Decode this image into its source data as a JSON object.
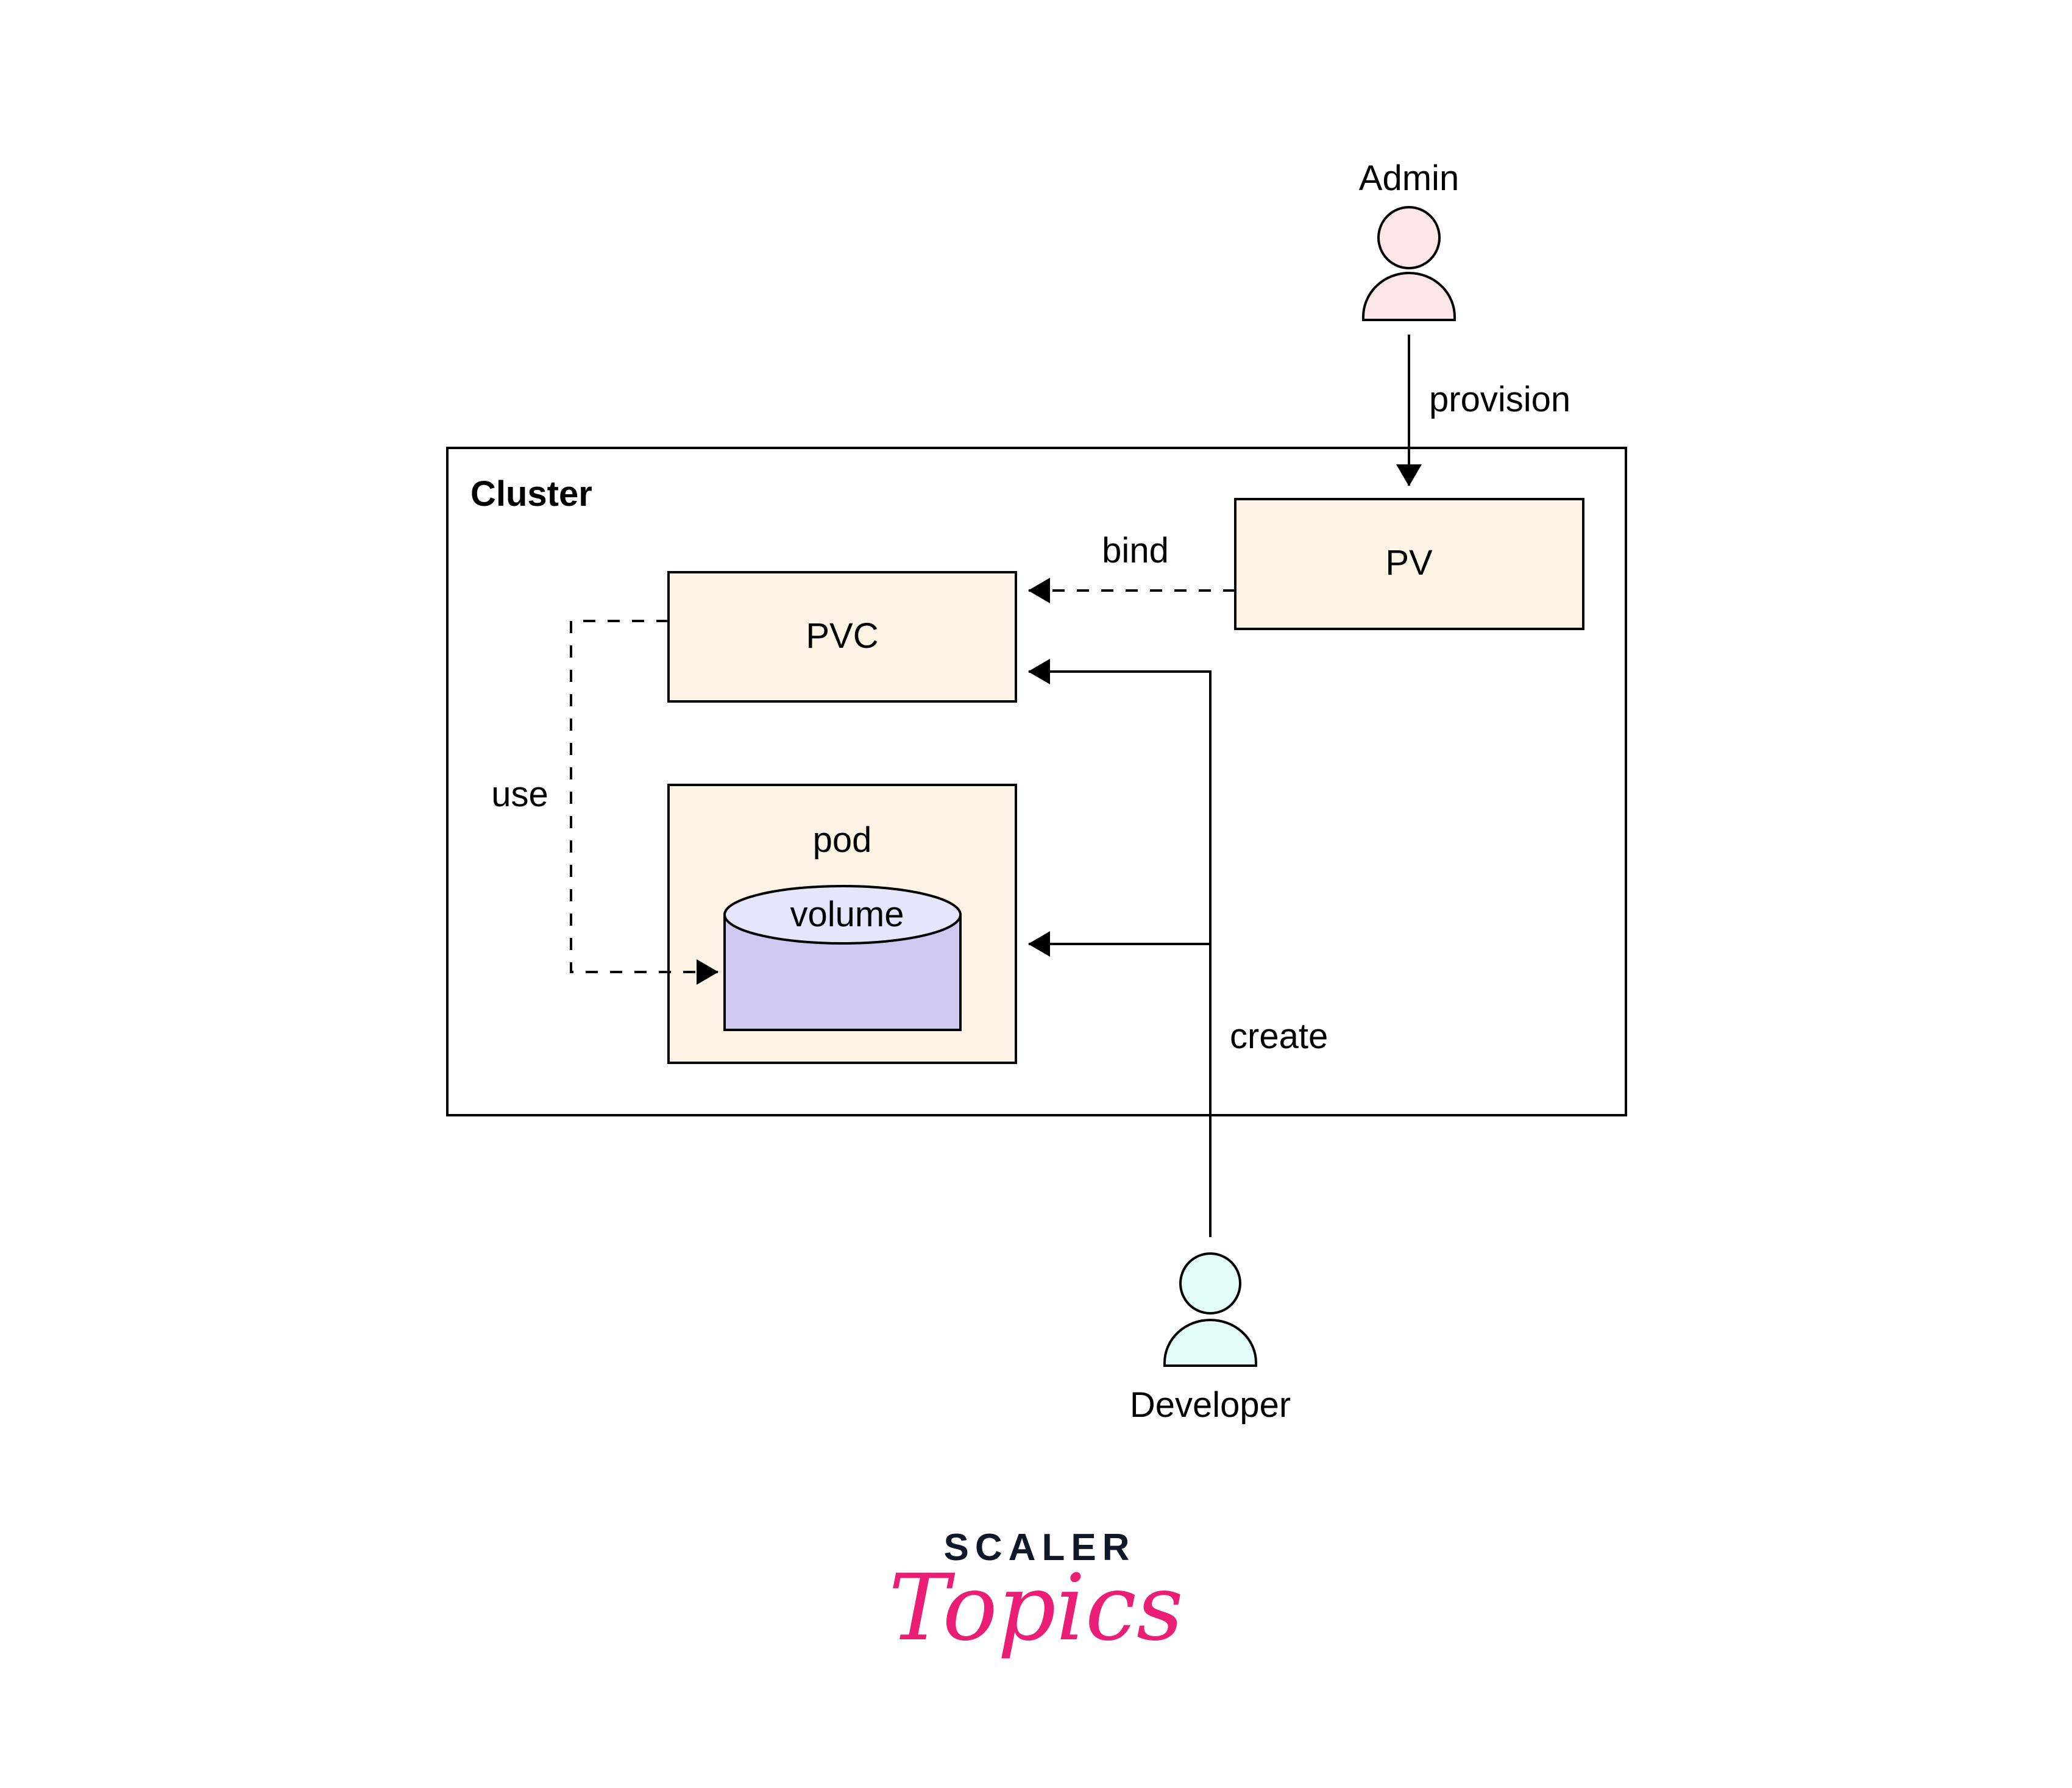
{
  "diagram": {
    "cluster": {
      "label": "Cluster"
    },
    "nodes": {
      "pv": {
        "label": "PV"
      },
      "pvc": {
        "label": "PVC"
      },
      "pod": {
        "label": "pod"
      },
      "volume": {
        "label": "volume"
      }
    },
    "actors": {
      "admin": {
        "label": "Admin",
        "color": "#fde6ea"
      },
      "developer": {
        "label": "Developer",
        "color": "#e2fcf7"
      }
    },
    "edges": {
      "provision": {
        "label": "provision",
        "from": "Admin",
        "to": "PV",
        "style": "solid"
      },
      "bind": {
        "label": "bind",
        "from": "PV",
        "to": "PVC",
        "style": "dashed"
      },
      "use": {
        "label": "use",
        "from": "PVC",
        "to": "volume",
        "style": "dashed"
      },
      "create": {
        "label": "create",
        "from": "Developer",
        "to": [
          "PVC",
          "pod"
        ],
        "style": "solid"
      }
    },
    "colors": {
      "box_fill": "#fdf4e6",
      "volume_top": "#e6e5fb",
      "volume_body": "#cfc9f2"
    }
  },
  "logo": {
    "line1": "SCALER",
    "line2": "Topics",
    "line1_color": "#0f1729",
    "line2_color": "#e91e74"
  }
}
